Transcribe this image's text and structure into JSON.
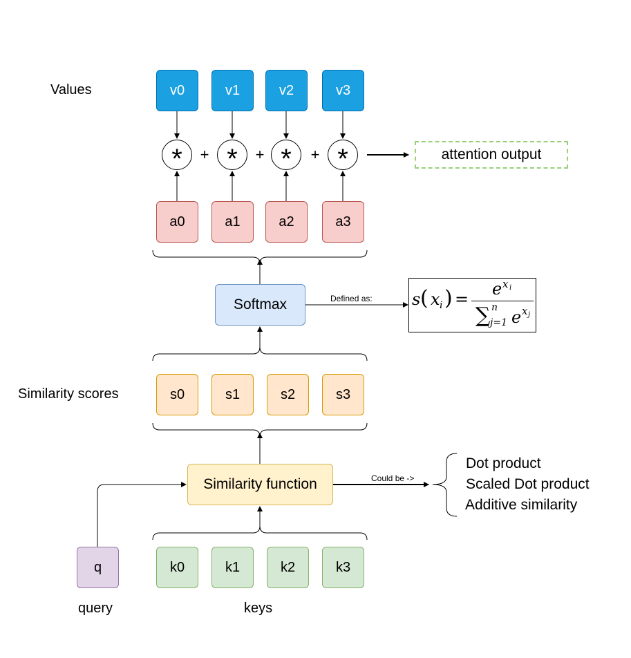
{
  "values_label": "Values",
  "values": [
    "v0",
    "v1",
    "v2",
    "v3"
  ],
  "multiply_symbol": "*",
  "plus_symbol": "+",
  "attention_output": "attention output",
  "weights": [
    "a0",
    "a1",
    "a2",
    "a3"
  ],
  "softmax": "Softmax",
  "defined_as": "Defined as:",
  "formula": {
    "lhs": "s",
    "lhs_arg": "x",
    "lhs_sub": "i",
    "equals": "=",
    "num_base": "e",
    "num_exp": "x",
    "num_exp_sub": "i",
    "den_sum": "∑",
    "den_sum_sup": "n",
    "den_sum_sub": "j=1",
    "den_base": "e",
    "den_exp": "x",
    "den_exp_sub": "j"
  },
  "scores_label": "Similarity scores",
  "scores": [
    "s0",
    "s1",
    "s2",
    "s3"
  ],
  "similarity_function": "Similarity function",
  "could_be": "Could be ->",
  "options": [
    "Dot product",
    "Scaled Dot product",
    "Additive similarity"
  ],
  "query_box": "q",
  "query_label": "query",
  "keys": [
    "k0",
    "k1",
    "k2",
    "k3"
  ],
  "keys_label": "keys",
  "colors": {
    "values_fill": "#1ba1e2",
    "weights_fill": "#f8cecc",
    "scores_fill": "#ffe6cc",
    "keys_fill": "#d5e8d4",
    "query_fill": "#e1d5e7",
    "function_fill": "#fff2cc",
    "softmax_fill": "#dae8fc",
    "output_border": "#97d077"
  }
}
